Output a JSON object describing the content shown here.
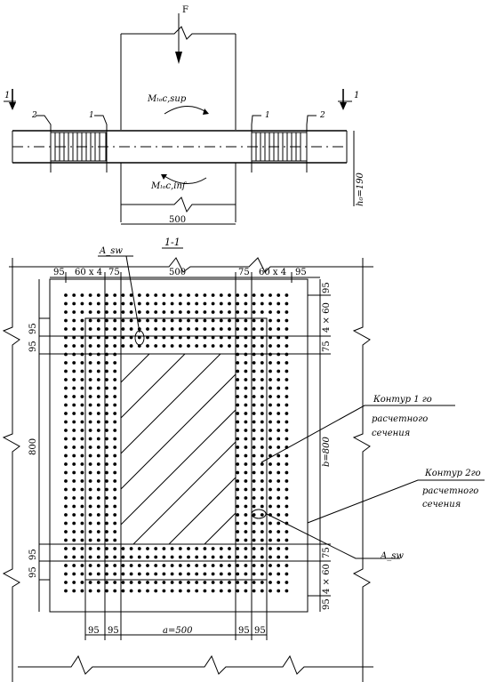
{
  "elevation": {
    "force_label": "F",
    "moment_top_label": "Mₗₒc,sup",
    "moment_bottom_label": "Mₗₒc,inf",
    "column_width_label": "500",
    "slab_thickness_label": "h₀=190",
    "section_marker_label": "1",
    "contour_1_marker": "1",
    "contour_2_marker": "2"
  },
  "plan": {
    "section_title": "1-1",
    "top_dims": [
      "95",
      "60 x 4",
      "75",
      "500",
      "75",
      "60 x 4",
      "95"
    ],
    "right_dims": [
      "95",
      "4 × 60",
      "75",
      "b=800",
      "75",
      "4 × 60",
      "95"
    ],
    "left_dims": [
      "95",
      "95",
      "800",
      "95",
      "95"
    ],
    "bottom_dims": [
      "95",
      "95",
      "a=500",
      "95",
      "95"
    ],
    "rebar_label_top": "A_sw",
    "rebar_label_bottom": "A_sw",
    "contour_1_label_line1": "Контур 1 го",
    "contour_1_label_line2": "расчетного",
    "contour_1_label_line3": "сечения",
    "contour_2_label_line1": "Контур 2го",
    "contour_2_label_line2": "расчетного",
    "contour_2_label_line3": "сечения"
  }
}
